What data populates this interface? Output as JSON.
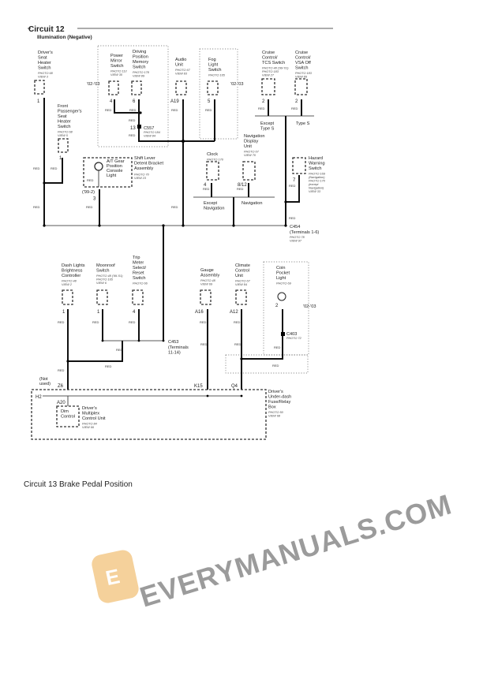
{
  "header": {
    "title": "Circuit 12",
    "subtitle": "Illumination (Negative)"
  },
  "wire_color_label": "RED",
  "components": [
    {
      "name": [
        "Driver's",
        "Seat",
        "Heater",
        "Switch"
      ],
      "ref": [
        "PHOTO 68",
        "VIEW 3"
      ],
      "pin": "1"
    },
    {
      "name": [
        "Front",
        "Passenger's",
        "Seat",
        "Heater",
        "Switch"
      ],
      "ref": [
        "PHOTO 68",
        "VIEW 5"
      ],
      "pin": "1"
    },
    {
      "name": [
        "Power",
        "Mirror",
        "Switch"
      ],
      "ref": [
        "PHOTO 113",
        "VIEW 30"
      ],
      "pin": "4"
    },
    {
      "name": [
        "Driving",
        "Position",
        "Memory",
        "Switch"
      ],
      "ref": [
        "PHOTO 178",
        "VIEW 89"
      ],
      "pin": "6"
    },
    {
      "name": [
        "Audio",
        "Unit"
      ],
      "ref": [
        "PHOTO 67",
        "VIEW 83"
      ],
      "pin": "A19"
    },
    {
      "name": [
        "Fog",
        "Light",
        "Switch"
      ],
      "ref": [
        "PHOTO 165"
      ],
      "pin": "5"
    },
    {
      "name": [
        "Cruise",
        "Control/",
        "TCS Switch"
      ],
      "ref": [
        "PHOTO 48 ('99-'01)",
        "PHOTO 183",
        "VIEW 27"
      ],
      "pin": "2"
    },
    {
      "name": [
        "Cruise",
        "Control/",
        "VSA Off",
        "Switch"
      ],
      "ref": [
        "PHOTO 183",
        "VIEW 89"
      ],
      "pin": "2"
    },
    {
      "name": [
        "Clock"
      ],
      "ref": [
        "PHOTO 170"
      ],
      "pin": "4"
    },
    {
      "name": [
        "Navigation",
        "Display",
        "Unit"
      ],
      "ref": [
        "PHOTO 67",
        "VIEW 70"
      ],
      "pin": "8/12"
    },
    {
      "name": [
        "Hazard",
        "Warning",
        "Switch"
      ],
      "ref": [
        "PHOTO 169",
        "(Navigation)",
        "PHOTO 170",
        "(except",
        "Navigation)",
        "VIEW 33"
      ],
      "pin": "7"
    },
    {
      "name": [
        "Dash Lights",
        "Brightness",
        "Controller"
      ],
      "ref": [
        "PHOTO 48",
        "VIEW 2"
      ],
      "pin": "1"
    },
    {
      "name": [
        "Moonroof",
        "Switch"
      ],
      "ref": [
        "PHOTO 48 ('99-'01)",
        "PHOTO 165",
        "VIEW 6"
      ],
      "pin": "1"
    },
    {
      "name": [
        "Trip",
        "Meter",
        "Select/",
        "Reset",
        "Switch"
      ],
      "ref": [
        "PHOTO 66"
      ],
      "pin": "4"
    },
    {
      "name": [
        "Gauge",
        "Assembly"
      ],
      "ref": [
        "PHOTO 48",
        "VIEW 69"
      ],
      "pin": "A16"
    },
    {
      "name": [
        "Climate",
        "Control",
        "Unit"
      ],
      "ref": [
        "PHOTO 67",
        "VIEW 84"
      ],
      "pin": "A12"
    },
    {
      "name": [
        "Coin",
        "Pocket",
        "Light"
      ],
      "ref": [
        "PHOTO 69"
      ],
      "pin": "2"
    }
  ],
  "shift_lever": {
    "name": [
      "Shift Lever",
      "Detent Bracket",
      "Assembly"
    ],
    "ref": [
      "PHOTO 70",
      "VIEW 23"
    ],
    "light": [
      "A/T Gear",
      "Position",
      "Console",
      "Light"
    ],
    "year_note": "('99-2)",
    "pin": "3"
  },
  "year_labels": [
    "'02-'03",
    "'02-'03",
    "'02-'03"
  ],
  "connectors": {
    "c557": {
      "pin": "13",
      "name": "C557",
      "ref": [
        "PHOTO 184",
        "VIEW 84"
      ]
    },
    "c454": {
      "name": "C454",
      "terminals": "(Terminals 1-6)",
      "ref": [
        "PHOTO 78",
        "VIEW 97"
      ]
    },
    "c453": {
      "name": "C453",
      "terminals": [
        "(Terminals",
        "11-14)"
      ]
    },
    "c403": {
      "name": "C403",
      "ref": [
        "PHOTO 72"
      ]
    }
  },
  "branches": {
    "except_type_s": [
      "Except",
      "Type S"
    ],
    "type_s": "Type S",
    "except_navigation": [
      "Except",
      "Navigation"
    ],
    "navigation": "Navigation"
  },
  "fuse_box": {
    "name": [
      "Driver's",
      "Under-dash",
      "Fuse/Relay",
      "Box"
    ],
    "ref": [
      "PHOTO 50",
      "VIEW 68"
    ],
    "pins": {
      "h2": "H2",
      "z6": "Z6",
      "k15": "K15",
      "q4": "Q4",
      "a20": "A20"
    },
    "not_used": [
      "(Not",
      "used)"
    ],
    "dim_control": [
      "Dim",
      "Control"
    ],
    "mcu": [
      "Driver's",
      "Multiplex",
      "Control Unit"
    ],
    "mcu_ref": [
      "PHOTO 84",
      "VIEW 66"
    ]
  },
  "watermark": "EVERYMANUALS.COM",
  "footer": {
    "next_section": "Circuit 13 Brake Pedal Position"
  },
  "colors": {
    "wire": "#111111",
    "watermark": "#7a7a7a",
    "logo": "#f2c27a"
  }
}
